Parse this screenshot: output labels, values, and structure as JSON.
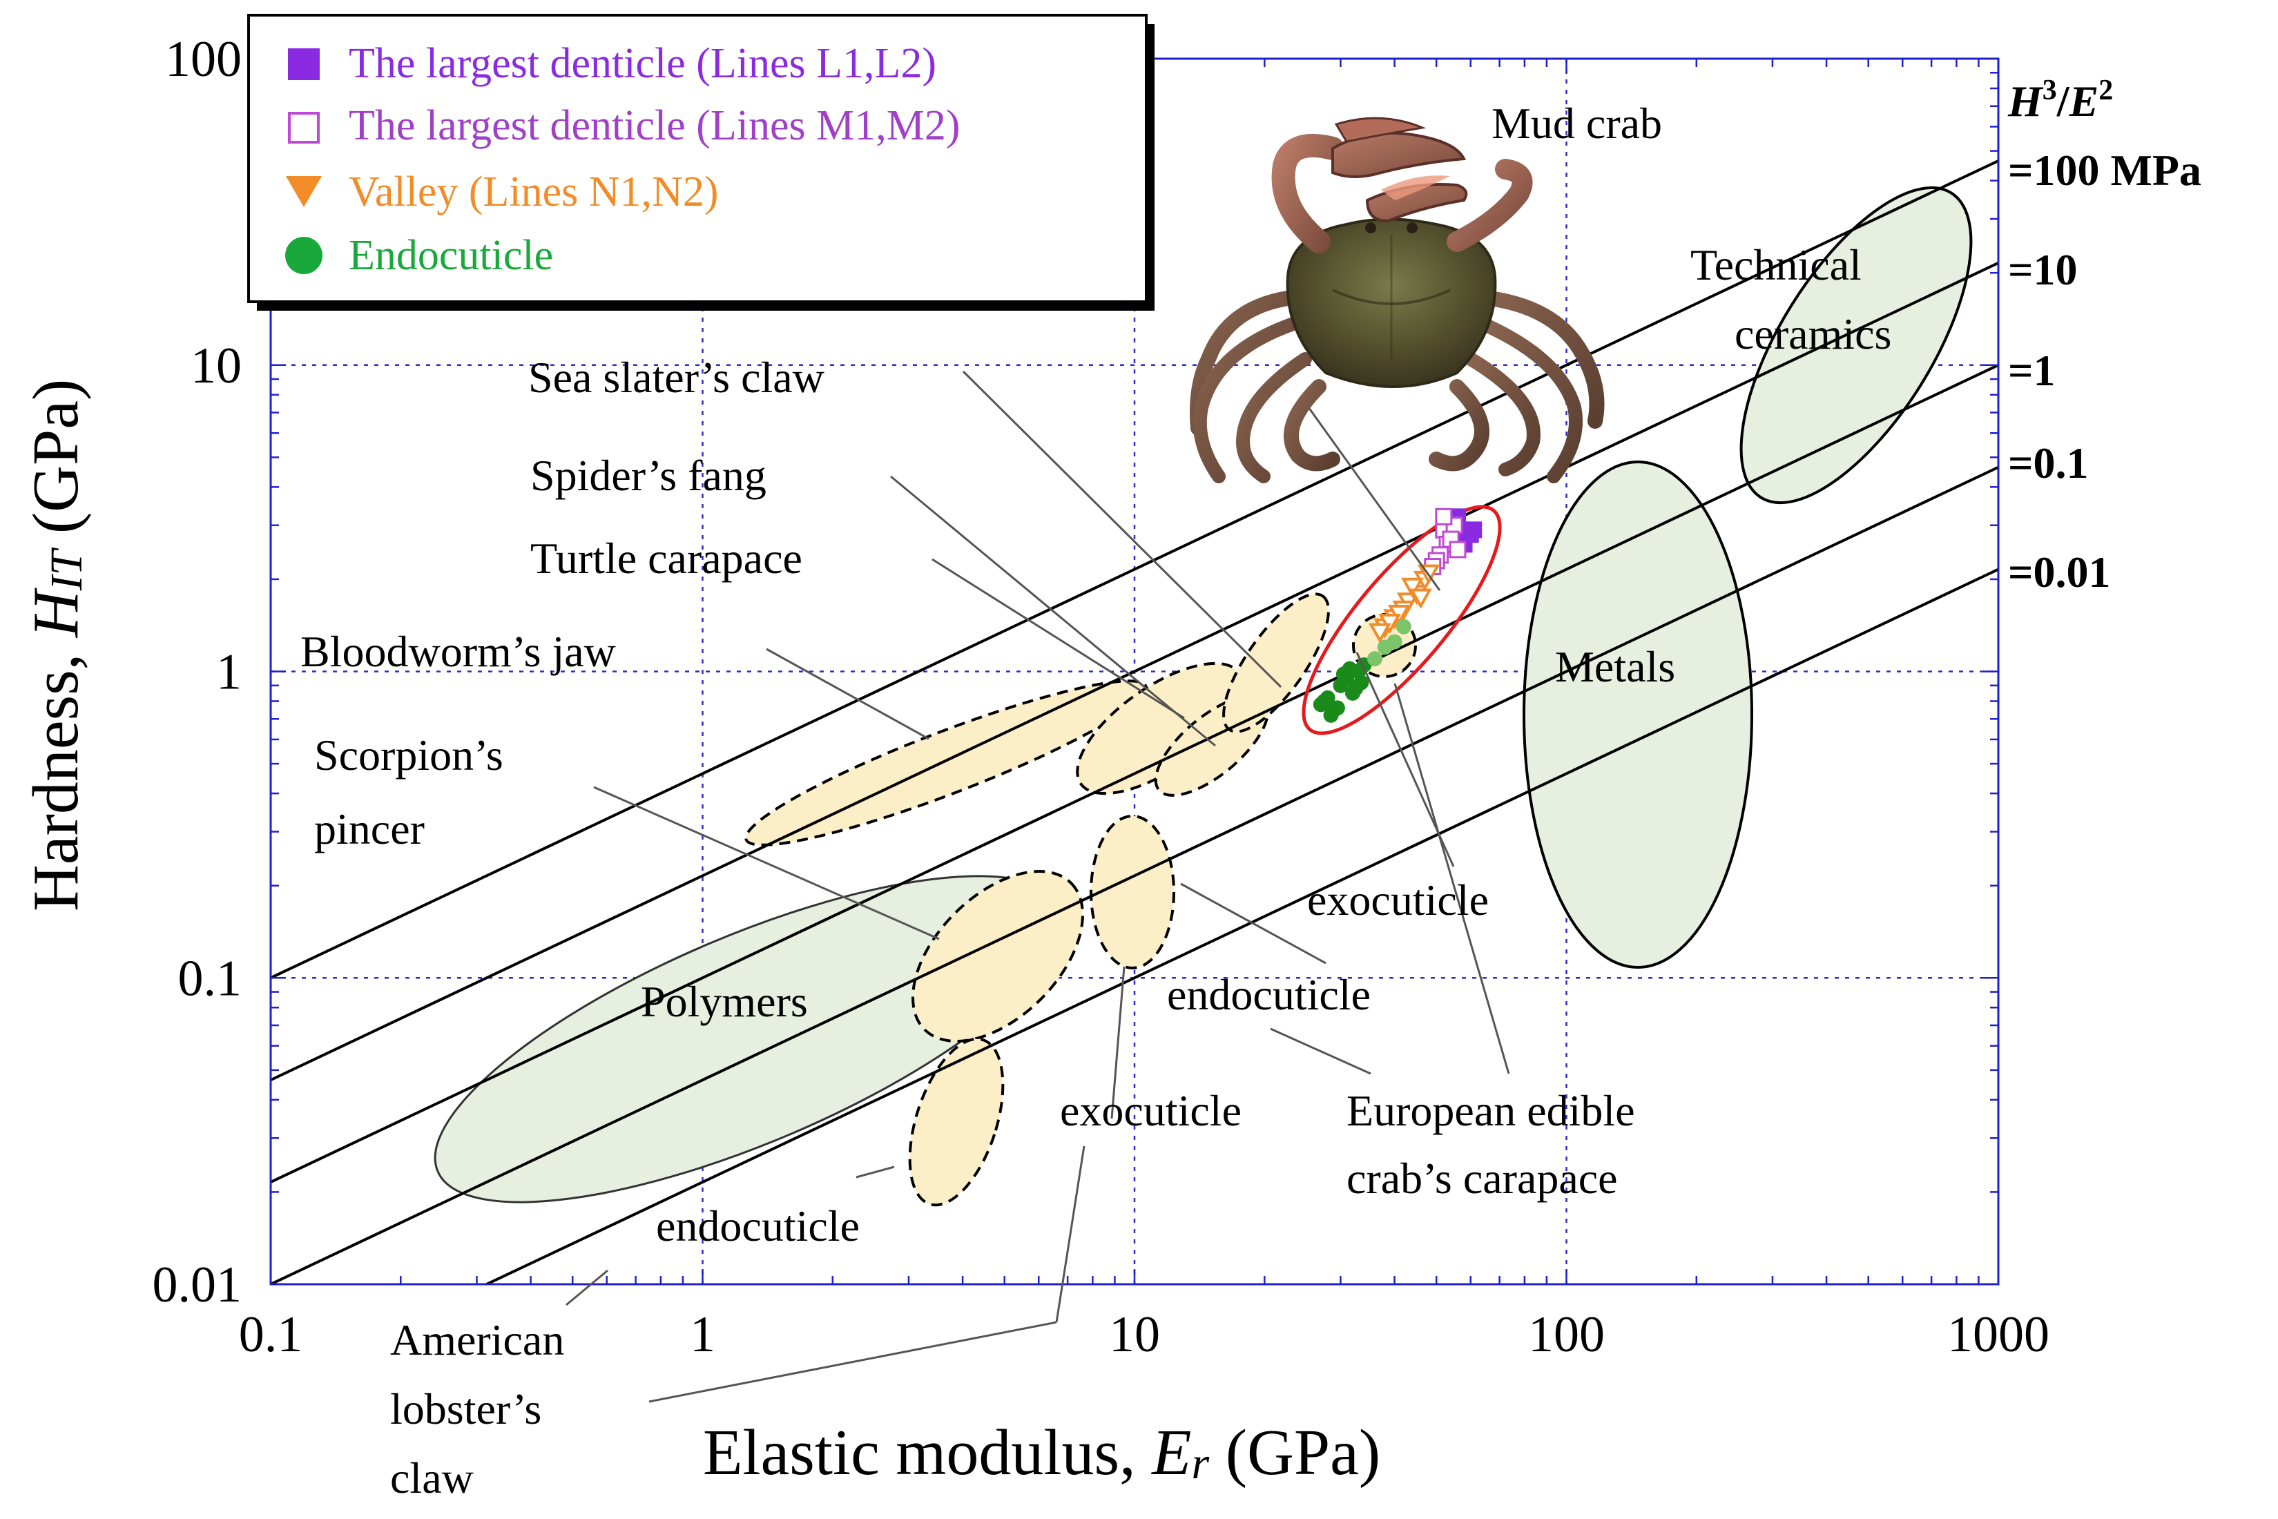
{
  "chart_data": {
    "type": "scatter",
    "title": "",
    "xlabel": {
      "prefix": "Elastic modulus, ",
      "symbol": "E",
      "sub": "r",
      "unit": " (GPa)"
    },
    "ylabel": {
      "prefix": "Hardness, ",
      "symbol": "H",
      "sub": "IT",
      "unit": " (GPa)"
    },
    "xscale": "log",
    "yscale": "log",
    "xlim": [
      0.1,
      1000
    ],
    "ylim": [
      0.01,
      100
    ],
    "x_ticks": [
      "0.1",
      "1",
      "10",
      "100",
      "1000"
    ],
    "y_ticks": [
      "0.01",
      "0.1",
      "1",
      "10",
      "100"
    ],
    "grid": "dotted at decades",
    "legend_position": "top-left",
    "series": [
      {
        "name": "The largest denticle (Lines L1,L2)",
        "marker": "filled-square",
        "color": "#8a2be2",
        "x": [
          57,
          60,
          55,
          58,
          54,
          61,
          56
        ],
        "y": [
          2.9,
          2.8,
          3.1,
          2.6,
          2.7,
          2.9,
          3.2
        ]
      },
      {
        "name": "The largest denticle (Lines M1,M2)",
        "marker": "open-square",
        "color": "#c048d8",
        "x": [
          52,
          53,
          55,
          51,
          50,
          54,
          49,
          56,
          52
        ],
        "y": [
          2.9,
          2.6,
          3.0,
          2.4,
          2.3,
          2.7,
          2.2,
          2.5,
          3.2
        ]
      },
      {
        "name": "Valley (Lines N1,N2)",
        "marker": "triangle-down",
        "color": "#f28c28",
        "x": [
          40,
          43,
          45,
          47,
          38,
          42,
          44,
          41,
          39,
          46,
          48,
          37
        ],
        "y": [
          1.5,
          1.7,
          1.8,
          2.0,
          1.4,
          1.6,
          1.9,
          1.55,
          1.45,
          1.75,
          2.1,
          1.35
        ]
      },
      {
        "name": "Endocuticle",
        "marker": "filled-circle",
        "color": "#1a8a1a",
        "x": [
          27,
          28,
          29,
          30,
          31,
          32,
          33,
          34,
          28.5,
          30.5,
          32.5,
          27.5,
          29.5,
          31.5,
          33.5,
          36,
          38,
          40,
          42
        ],
        "y": [
          0.78,
          0.82,
          0.75,
          0.9,
          0.95,
          0.85,
          1.0,
          1.05,
          0.72,
          0.98,
          0.88,
          0.8,
          0.76,
          1.02,
          0.92,
          1.1,
          1.2,
          1.25,
          1.4
        ],
        "light_green_tail_from_index": 15
      }
    ],
    "iso_lines": {
      "header_symbol": "H³/E²",
      "labels": [
        "=100 MPa",
        "=10",
        "=1",
        "=0.1",
        "=0.01"
      ],
      "values_MPa": [
        100,
        10,
        1,
        0.1,
        0.01
      ]
    },
    "regions": [
      {
        "label": "Technical ceramics",
        "kind": "material-class"
      },
      {
        "label": "Metals",
        "kind": "material-class"
      },
      {
        "label": "Polymers",
        "kind": "material-class"
      },
      {
        "label": "Mud crab",
        "kind": "highlight"
      },
      {
        "label": "Sea slater’s claw",
        "kind": "biological"
      },
      {
        "label": "Spider’s fang",
        "kind": "biological"
      },
      {
        "label": "Turtle carapace",
        "kind": "biological"
      },
      {
        "label": "Bloodworm’s jaw",
        "kind": "biological"
      },
      {
        "label": "Scorpion’s pincer",
        "kind": "biological"
      },
      {
        "label": "European edible crab’s carapace",
        "kind": "biological",
        "parts": [
          "exocuticle",
          "endocuticle"
        ]
      },
      {
        "label": "American lobster’s claw",
        "kind": "biological",
        "parts": [
          "exocuticle",
          "endocuticle"
        ]
      }
    ],
    "annotations": {
      "mud_crab": "Mud crab",
      "technical_ceramics": [
        "Technical",
        "ceramics"
      ],
      "metals": "Metals",
      "polymers": "Polymers",
      "sea_slater": "Sea slater’s claw",
      "spider": "Spider’s fang",
      "turtle": "Turtle carapace",
      "bloodworm": "Bloodworm’s jaw",
      "scorpion": [
        "Scorpion’s",
        "pincer"
      ],
      "exocuticle_euro": "exocuticle",
      "endocuticle_euro": "endocuticle",
      "european_crab": [
        "European edible",
        "crab’s carapace"
      ],
      "exocuticle_lobster": "exocuticle",
      "endocuticle_lobster": "endocuticle",
      "american_lobster": [
        "American",
        "lobster’s",
        "claw"
      ]
    }
  }
}
